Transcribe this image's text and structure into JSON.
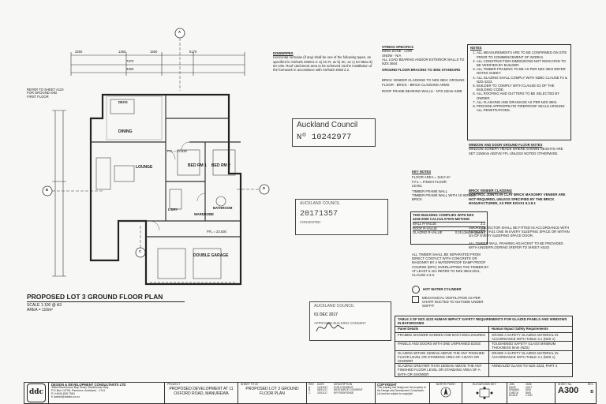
{
  "plan": {
    "title": "PROPOSED LOT 3 GROUND FLOOR PLAN",
    "scale": "SCALE 1:100 @ A3",
    "area": "AREA = 116m²",
    "rooms": {
      "lounge": "LOUNGE",
      "bed1": "BED RM 1",
      "bed2": "BED RM 2",
      "dining": "DINING",
      "laundry": "L'DRY",
      "garage": "DOUBLE GARAGE",
      "wardrobe": "WARDROBE",
      "bathroom": "BATHROOM",
      "deck": "DECK"
    },
    "dims_top": [
      "3250",
      "1360",
      "1500",
      "5170",
      "7370",
      "4300"
    ],
    "section_markers": [
      "A",
      "B",
      "C",
      "D"
    ],
    "refer_note": "REFER TO SHEET A110 FOR GROUND AND FIRST FLOOR",
    "rl_top": "FFL = 23.830",
    "rl_garage": "FFL = 23.530",
    "floor_note": "DOUBLE GARAGE"
  },
  "downpipes": {
    "heading": "DOWNPIPES",
    "text": "Horizontal formulas (if any) shall be one of the following types, as specified in AS/NZS 4058:2.2: a) 4C-R, av b) 3C, av c) 6A-85av d) 6A-105. Roof catchment area to be achieved via the installation of the formwork in accordance with AS/NZS 4058 2.2."
  },
  "specs": {
    "heading": "STRESS SPECIFICS",
    "wind": "WIND ZONE - LOW",
    "snow": "SNOW - N/A",
    "eq": "ALL LOAD BEARING AND/OR EXTERIOR WALLS TO NZS 3604",
    "ground": "GROUND FLOOR BRACING TO 3604 STANDARD",
    "brick": "BRICK VENEER CLADDING TO NZS 3604: GROUND FLOOR - BRICK - BRICK CLADDING ARMS",
    "wall": "ROOF FRAME BEARING WALLS - NTS 23mm-SIDE"
  },
  "council": {
    "name": "Auckland Council",
    "number": "Nº 10242977",
    "stamp2_line1": "AUCKLAND COUNCIL",
    "stamp2_line2": "20171357",
    "stamp2_line3": "CONSENTED",
    "stamp3_line1": "AUCKLAND COUNCIL",
    "stamp3_date": "01 DEC 2017",
    "stamp3_line3": "APPROVED BUILDING CONSENT"
  },
  "key": {
    "heading": "KEY NOTES",
    "rows": [
      "FLOOR AREA = 116.0 m²",
      "F.F.L = FINISH FLOOR",
      "LEVEL",
      "TIMBER FRAME WALL",
      "TIMBER FRAME WALL WITH 10 SERIES BRICK"
    ]
  },
  "glazing": {
    "heading": "THIS BUILDING COMPLIES WITH NZS 4218:2009 CALCULATION METHOD",
    "rows": [
      {
        "label": "WALL R-VALUE",
        "value": "2.2"
      },
      {
        "label": "ROOF R-VALUE",
        "value": "2.9"
      },
      {
        "label": "GLAZING R-VALUE",
        "value": "0.26 (double glazed)"
      }
    ]
  },
  "midnotes": [
    "ALL TIMBER SHALL BE SEPARATED FROM DIRECT CONTACT WITH CONCRETE OR MASONRY BY A WATERPROOF DAMP PROOF COURSE (DPC) OVERLAPPING THE TIMBER BY AT LEAST 6 mm REFER TO NZS 3604:2011, CLAUSE 2.3.3.",
    "HOT WATER CYLINDER",
    "MECHANICAL VENTILATION AS PER CHART DUCTED TO OUTSIDE UNDER SOFFIT"
  ],
  "notes": {
    "heading": "NOTES",
    "items": [
      "ALL MEASUREMENTS ARE TO BE CONFIRMED ON SITE PRIOR TO COMMENCEMENT OF WORKS.",
      "ALL CONSTRUCTION DIMENSIONS NOT INDICATED TO BE VERIFIED BY BUILDER.",
      "ALL TIMBER FRAMING TO BE AS PER NZS 3604 REFER NOTES SHEET.",
      "ALL GLAZING SHALL COMPLY WITH NZBC CLAUSE F2 & NZS 4223.",
      "BUILDER TO COMPLY WITH CLAUSE E2 OF THE BUILDING CODE.",
      "ALL ROOFING AND GUTTERS TO BE SELECTED BY OWNER.",
      "ALL FLASHING AND DRAINAGE AS PER NZS 3604.",
      "PROVIDE APPROPRIATE FIREPROOF SEALS AROUND ALL PENETRATIONS."
    ]
  },
  "ground_floor_notes": {
    "heading": "WINDOW AND DOOR GROUND FLOOR NOTES",
    "text": "WINDOW JOINERY HEADS WHERE SHOWN HEIGHTS ARE SET 2150mm ABOVE FFL UNLESS NOTED OTHERWISE."
  },
  "brick_notes": {
    "heading": "BRICK VENEER CLADDING",
    "text": "CONTROL JOINTS IN CLAY BRICK MASONRY VENEER ARE NOT REQUIRED, UNLESS SPECIFIED BY THE BRICK MANUFACTURER, AS PER E2/AS1 9.2.8.1"
  },
  "smoke_notes": {
    "text": "SMOKE DETECTOR SHALL BE FITTED IN ACCORDANCE WITH F7/AS1 & F7/AS1 ONE IN EVERY SLEEPING SPACE OR WITHIN 3m OF EVERY SLEEPING SPACE DOOR.",
    "text2": "ALL TIMBER WALL FRAMING ADJACENT TO BE PROVIDED WITH UNDERFLOORING (REFER TO SHEET A510)"
  },
  "impact": {
    "heading": "TABLE 3 OF NZS 4223 HUMAN IMPACT SAFETY REQUIREMENTS FOR GLAZED PANELS AND WINDOWS IN BATHROOMS",
    "col1": "Panel Details",
    "col2": "Human Impact Safety Requirements",
    "rows": [
      {
        "l": "FRAMED SHOWER SCREEN AND BATH ENCLOSURES",
        "r": "GRADE A SAFETY GLAZING MATERIAL IN ACCORDANCE WITH TABLE 3.1 (NZS 1)"
      },
      {
        "l": "PANELS AND DOORS WITH ONE UNFRAMED EDGE",
        "r": "TOUGHENED SAFETY GLASS MINIMUM THICKNESS 5mm (NZS)"
      },
      {
        "l": "GLAZING WITHIN 1500mm ABOVE THE ANY FINISHED FLOOR LEVEL OR STANDING AREA OF A BATH OR SHOWER",
        "r": "GRADE A SAFETY GLAZING MATERIAL IN ACCORDANCE WITH TABLE 3.1 (NZS 1)"
      },
      {
        "l": "GLAZING GREATER THAN 1500mm ABOVE THE ANY FINISHED FLOOR LEVEL OR STANDING AREA OF A BATH OR SHOWER",
        "r": "ANNEALED GLASS TO NZS 4223, PART 4"
      }
    ]
  },
  "titleblock": {
    "company": "DESIGN & DEVELOPMENT CONSULTANTS LTD",
    "address1": "386A Blockhouse Bay Road, Blockhouse Bay",
    "address2": "P.O.Box 14795, Panmure, Auckland - 1741",
    "phone": "P (+649) 828 7954",
    "email": "E admin@ddcltd.co.nz",
    "project_label": "PROJECT",
    "project": "PROPOSED DEVELOPMENT AT 11 OXFORD ROAD, MANUREWA",
    "sheet_label": "SHEET TITLE",
    "sheet": "PROPOSED LOT 3 GROUND FLOOR PLAN",
    "rev_headers": [
      "REV",
      "DATE",
      "DESCRIPTION"
    ],
    "rev_rows": [
      [
        "A",
        "12/10/17",
        "FOR CONSENT"
      ],
      [
        "B",
        "08/11/17",
        "RESOURCE CONSENT"
      ],
      [
        "C",
        "20/11/17",
        "RFI RESPONSE"
      ]
    ],
    "copyright_heading": "COPYRIGHT",
    "copyright": "This drawing and design are the property of the Design and Development Consultants Ltd and are subject to copyright.",
    "north": "NORTH POINT",
    "elev_key": "ELEVATIONS KEY",
    "job_label": "JOB",
    "job": "1545",
    "date_label": "DATE",
    "date": "10/17",
    "drawn_label": "DRAWN",
    "drawn": "SKB",
    "check_label": "CHECK",
    "check": "SKB",
    "scale_label": "SCALE",
    "scale": "1:100",
    "sheet_no_label": "SHEET No.",
    "sheet_no": "A300",
    "rev_label": "REV",
    "rev": "B",
    "logo_letters": "ddc"
  },
  "colors": {
    "line": "#222222",
    "paper": "#f7f7f5",
    "stamp": "#444444"
  }
}
